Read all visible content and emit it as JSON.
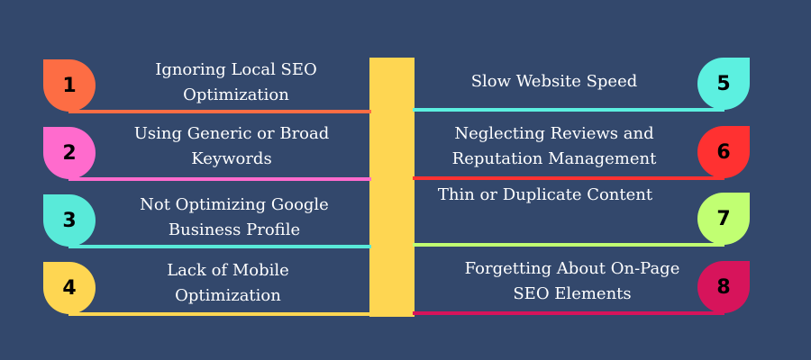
{
  "items": [
    {
      "number": "1",
      "text": "Ignoring Local SEO Optimization",
      "color": "#fd6d44"
    },
    {
      "number": "2",
      "text": "Using Generic or Broad Keywords",
      "color": "#ff6bcd"
    },
    {
      "number": "3",
      "text": "Not Optimizing Google Business Profile",
      "color": "#59ead9"
    },
    {
      "number": "4",
      "text": "Lack of Mobile Optimization",
      "color": "#fed652"
    },
    {
      "number": "5",
      "text": "Slow Website Speed",
      "color": "#5cf0e0"
    },
    {
      "number": "6",
      "text": "Neglecting Reviews and Reputation Management",
      "color": "#ff3131"
    },
    {
      "number": "7",
      "text": "Thin or Duplicate Content",
      "color": "#c1ff72"
    },
    {
      "number": "8",
      "text": "Forgetting About On-Page SEO Elements",
      "color": "#d7145b"
    }
  ],
  "colors": {
    "background": "#33486c",
    "center_bar": "#fed652",
    "text": "#ffffff"
  }
}
